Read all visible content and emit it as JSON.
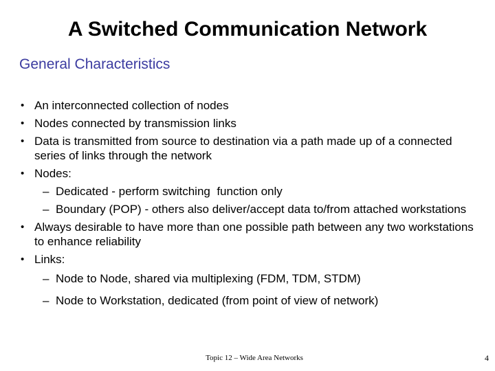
{
  "slide": {
    "title": "A Switched Communication Network",
    "subtitle": "General Characteristics",
    "markers": {
      "level1": "•",
      "level2": "–"
    },
    "bullets": [
      {
        "level": 1,
        "text": "An interconnected collection of nodes"
      },
      {
        "level": 1,
        "text": "Nodes connected by transmission links"
      },
      {
        "level": 1,
        "text": "Data is transmitted from source to destination via a path made up of a connected series of links through the network"
      },
      {
        "level": 1,
        "text": "Nodes:"
      },
      {
        "level": 2,
        "text": "Dedicated - perform switching  function only"
      },
      {
        "level": 2,
        "text": "Boundary (POP) - others also deliver/accept data to/from attached workstations"
      },
      {
        "level": 1,
        "text": "Always desirable to have more than one possible path between any two workstations to enhance reliability"
      },
      {
        "level": 1,
        "text": "Links:"
      },
      {
        "level": 2,
        "text": "Node to Node, shared via multiplexing (FDM, TDM, STDM)"
      },
      {
        "level": 2,
        "text": "Node to Workstation, dedicated (from point of view of network)"
      }
    ],
    "footer": "Topic 12 – Wide Area Networks",
    "page_number": "4",
    "colors": {
      "title": "#000000",
      "subtitle": "#3B3BA0",
      "body": "#000000",
      "background": "#FFFFFF"
    }
  }
}
